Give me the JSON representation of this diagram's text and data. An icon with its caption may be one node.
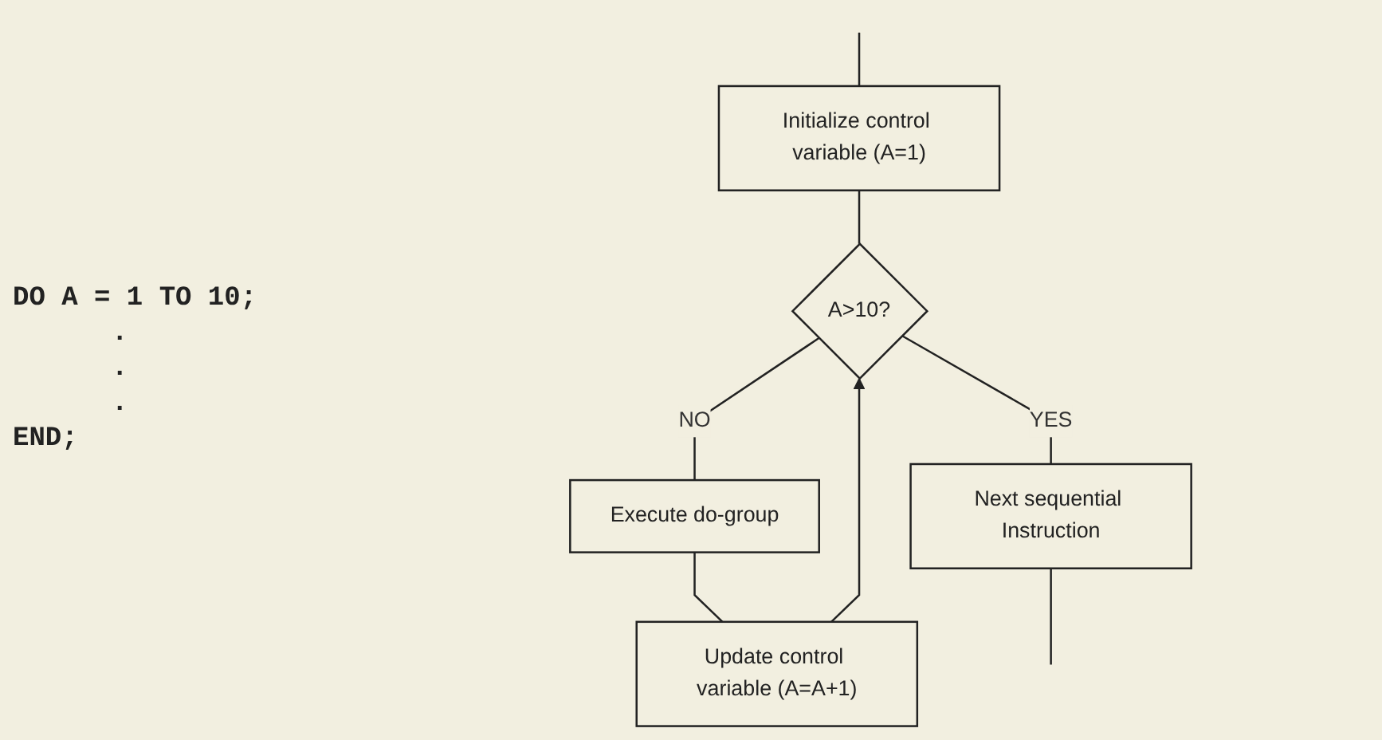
{
  "diagram": {
    "nodes": [
      {
        "text": [
          "Initialize control variable (A=1)"
        ]
      },
      {
        "text": [
          "A>10?"
        ]
      },
      {
        "text": [
          "Execute do-group"
        ]
      },
      {
        "text": [
          "Update control variable (A=A+1)"
        ]
      },
      {
        "text": [
          "Next sequential Instruction"
        ]
      }
    ],
    "edges": [
      {
        "from": null,
        "to": 0,
        "arrow": "none"
      },
      {
        "from": 0,
        "to": 1,
        "arrow": "none"
      },
      {
        "from": 1,
        "to": 2,
        "label": "NO",
        "arrow": "none"
      },
      {
        "from": 2,
        "to": 3,
        "arrow": "none"
      },
      {
        "from": 3,
        "to": 1,
        "arrow": "to"
      },
      {
        "from": 1,
        "to": 4,
        "label": "YES",
        "arrow": "none"
      },
      {
        "from": 4,
        "to": null,
        "arrow": "none"
      }
    ],
    "labels": [
      "DO A = 1 TO 10;",
      ".",
      ".",
      ".",
      "END;"
    ]
  }
}
